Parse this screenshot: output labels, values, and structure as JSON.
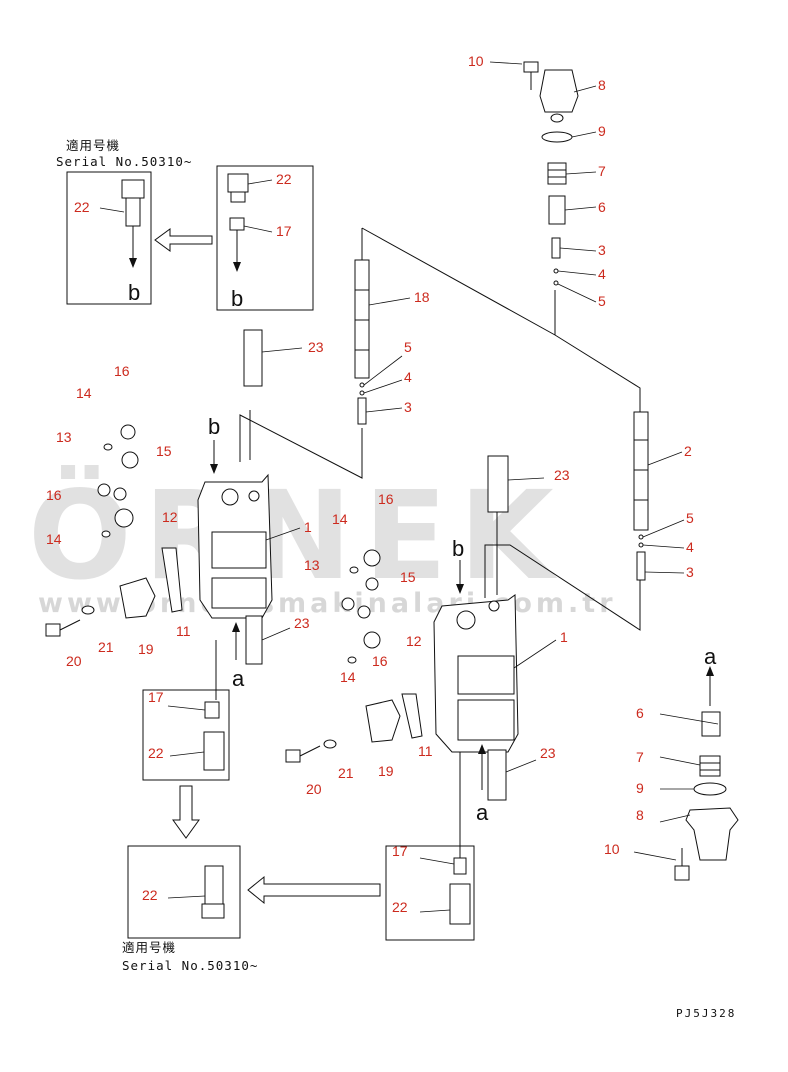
{
  "watermark": {
    "main": "ÖRNEK",
    "url": "www.ornekismakinalari.com.tr"
  },
  "serial_notes": {
    "top_left": {
      "line1": "適用号機",
      "line2": "Serial No.50310~"
    },
    "bottom_left": {
      "line1": "適用号機",
      "line2": "Serial No.50310~"
    }
  },
  "drawing_code": "PJ5J328",
  "flow_letters": {
    "b": "b",
    "a": "a"
  },
  "callouts": {
    "c10_top": "10",
    "c8_top": "8",
    "c9_top": "9",
    "c7_top": "7",
    "c6_top": "6",
    "c3_top": "3",
    "c4_top": "4",
    "c5_top": "5",
    "c18": "18",
    "c5_mid": "5",
    "c4_mid": "4",
    "c3_mid": "3",
    "c2": "2",
    "c5_r": "5",
    "c4_r": "4",
    "c3_r": "3",
    "c22_box1": "22",
    "c22_box2": "22",
    "c17_box2": "17",
    "c23_l": "23",
    "c16_l1": "16",
    "c14_l1": "14",
    "c13_l": "13",
    "c15_l": "15",
    "c16_l2": "16",
    "c14_l2": "14",
    "c12_l": "12",
    "c1_l": "1",
    "c11_l": "11",
    "c19_l": "19",
    "c21_l": "21",
    "c20_l": "20",
    "c23_l2": "23",
    "c17_box3": "17",
    "c22_box3": "22",
    "c22_box4": "22",
    "c17_box5": "17",
    "c22_box5": "22",
    "c23_r": "23",
    "c16_r": "16",
    "c14_r1": "14",
    "c13_r": "13",
    "c15_r": "15",
    "c16_r2": "16",
    "c14_r2": "14",
    "c12_r": "12",
    "c1_r": "1",
    "c11_r": "11",
    "c19_r": "19",
    "c21_r": "21",
    "c20_r": "20",
    "c23_r2": "23",
    "c6_br": "6",
    "c7_br": "7",
    "c9_br": "9",
    "c8_br": "8",
    "c10_br": "10"
  }
}
